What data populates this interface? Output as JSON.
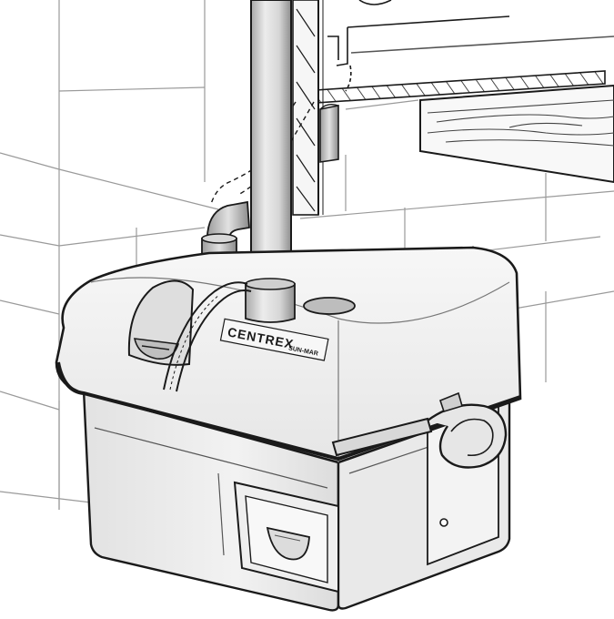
{
  "illustration": {
    "brand_label": "CENTREX",
    "model_label": "SUN-MAR"
  },
  "colors": {
    "line": "#1a1a1a",
    "wall_line": "#9a9a9a",
    "unit_light": "#f4f4f4",
    "unit_mid": "#e4e4e4",
    "unit_shade": "#cfcfcf",
    "pipe_light": "#e8e8e8",
    "pipe_dark": "#a8a8a8"
  },
  "icons": [
    "vent-pipe",
    "drain-elbow",
    "compost-unit",
    "access-door",
    "rotation-handle"
  ]
}
